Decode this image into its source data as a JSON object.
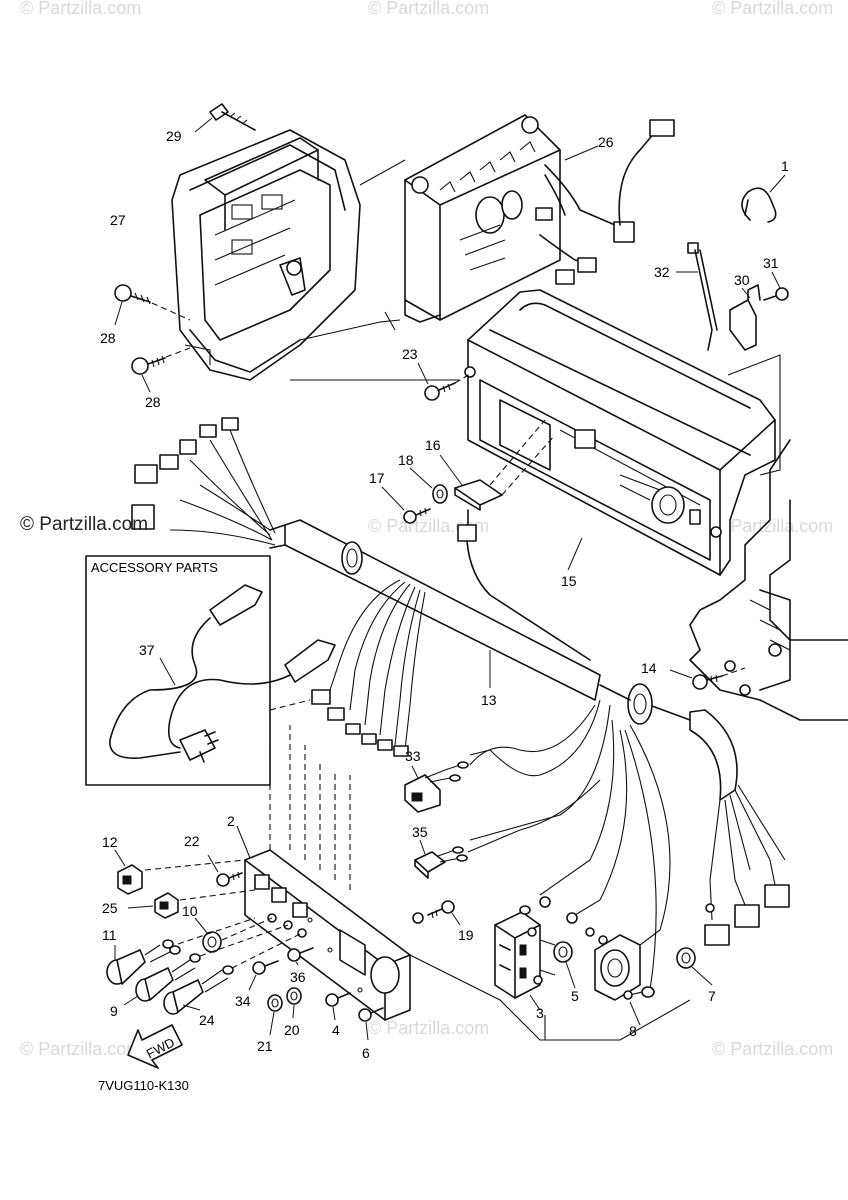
{
  "diagram_code": "7VUG110-K130",
  "accessory_box_label": "ACCESSORY PARTS",
  "fwd_label": "FWD",
  "watermark_main": "© Partzilla.com",
  "watermark_faint": "© Partzilla.com",
  "callouts": [
    {
      "id": "c1",
      "text": "1"
    },
    {
      "id": "c2",
      "text": "2"
    },
    {
      "id": "c3",
      "text": "3"
    },
    {
      "id": "c4",
      "text": "4"
    },
    {
      "id": "c5",
      "text": "5"
    },
    {
      "id": "c6",
      "text": "6"
    },
    {
      "id": "c7",
      "text": "7"
    },
    {
      "id": "c8",
      "text": "8"
    },
    {
      "id": "c9",
      "text": "9"
    },
    {
      "id": "c10",
      "text": "10"
    },
    {
      "id": "c11",
      "text": "11"
    },
    {
      "id": "c12",
      "text": "12"
    },
    {
      "id": "c13",
      "text": "13"
    },
    {
      "id": "c14",
      "text": "14"
    },
    {
      "id": "c15",
      "text": "15"
    },
    {
      "id": "c16",
      "text": "16"
    },
    {
      "id": "c17",
      "text": "17"
    },
    {
      "id": "c18",
      "text": "18"
    },
    {
      "id": "c19",
      "text": "19"
    },
    {
      "id": "c20",
      "text": "20"
    },
    {
      "id": "c21",
      "text": "21"
    },
    {
      "id": "c22",
      "text": "22"
    },
    {
      "id": "c23",
      "text": "23"
    },
    {
      "id": "c24",
      "text": "24"
    },
    {
      "id": "c25",
      "text": "25"
    },
    {
      "id": "c26",
      "text": "26"
    },
    {
      "id": "c27",
      "text": "27"
    },
    {
      "id": "c28a",
      "text": "28"
    },
    {
      "id": "c28b",
      "text": "28"
    },
    {
      "id": "c29",
      "text": "29"
    },
    {
      "id": "c30",
      "text": "30"
    },
    {
      "id": "c31",
      "text": "31"
    },
    {
      "id": "c32",
      "text": "32"
    },
    {
      "id": "c33",
      "text": "33"
    },
    {
      "id": "c34",
      "text": "34"
    },
    {
      "id": "c35",
      "text": "35"
    },
    {
      "id": "c36",
      "text": "36"
    },
    {
      "id": "c37",
      "text": "37"
    }
  ]
}
